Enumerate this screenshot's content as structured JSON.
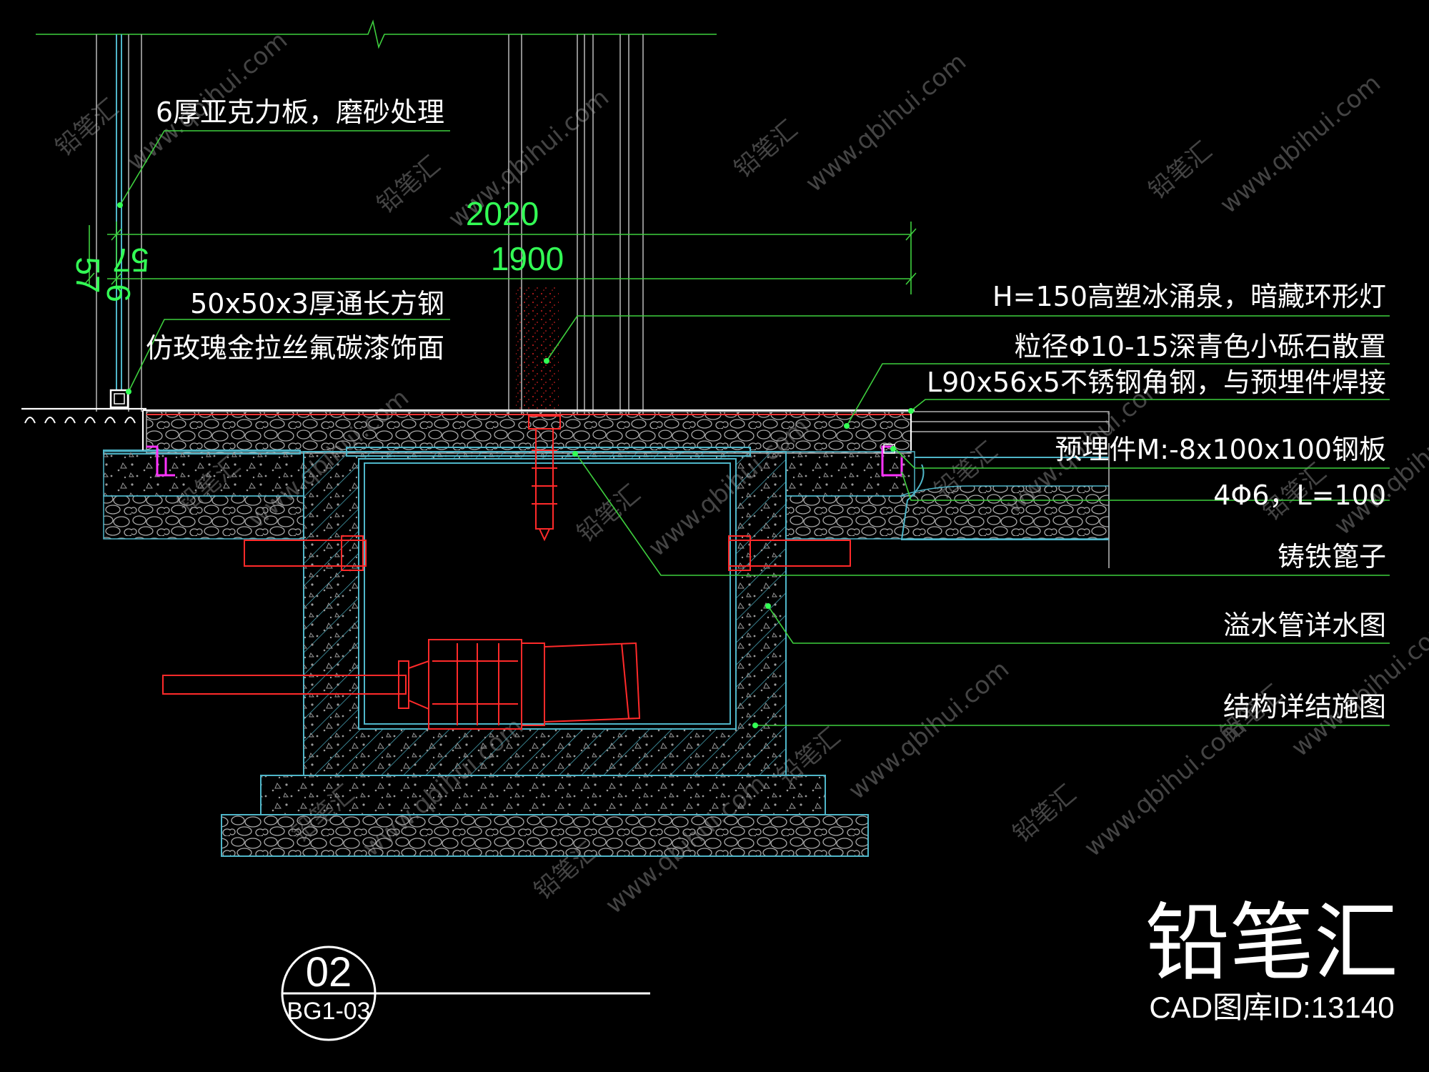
{
  "labels": {
    "acrylic": "6厚亚克力板，磨砂处理",
    "steel_tube": "50x50x3厚通长方钢",
    "finish": "仿玫瑰金拉丝氟碳漆饰面",
    "fountain": "H=150高塑冰涌泉，暗藏环形灯",
    "gravel": "粒径Φ10-15深青色小砾石散置",
    "angle_steel": "L90x56x5不锈钢角钢，与预埋件焊接",
    "embedded": "预埋件M:-8x100x100钢板",
    "rebar": "4Φ6，L=100",
    "grate": "铸铁篦子",
    "overflow": "溢水管详水图",
    "structure": "结构详结施图"
  },
  "dimensions": {
    "d2020": "2020",
    "d1900": "1900",
    "d57a": "57",
    "d57b": "57",
    "d6": "6"
  },
  "detail_ref": {
    "number": "02",
    "sheet": "BG1-03"
  },
  "brand": {
    "name": "铅笔汇",
    "id_text": "CAD图库ID:13140"
  },
  "watermark": {
    "logo_text": "铅笔汇",
    "url_text": "www.qbihui.com"
  },
  "colors": {
    "background": "#000000",
    "leader": "#3ecf3e",
    "structure": "#4fb6c9",
    "pipe": "#ff2a2a",
    "anchor": "#ff33ff",
    "text": "#ffffff"
  }
}
